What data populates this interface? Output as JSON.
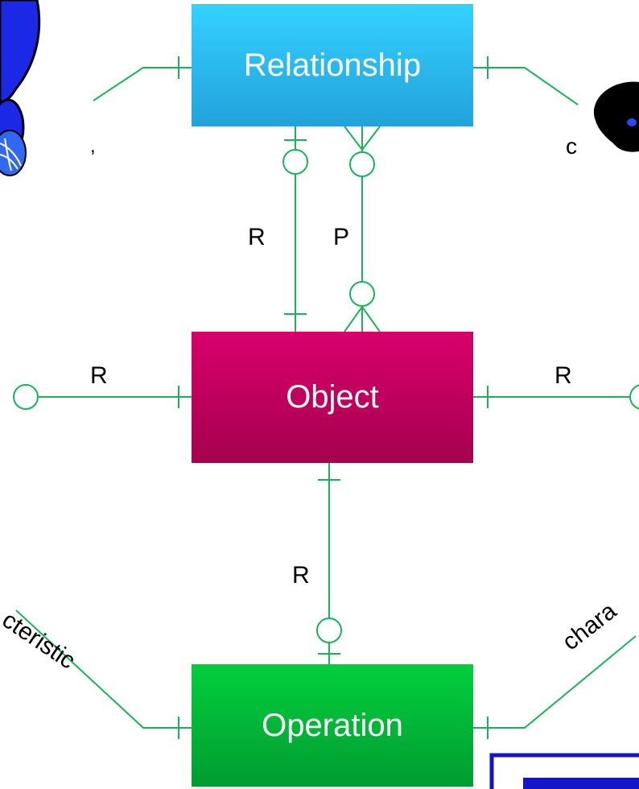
{
  "entities": {
    "relationship": "Relationship",
    "object": "Object",
    "operation": "Operation"
  },
  "edge_labels": {
    "rel_obj_left": "R",
    "rel_obj_right": "P",
    "obj_left": "R",
    "obj_right": "R",
    "obj_op": "R"
  },
  "partial_labels": {
    "top_left": ",",
    "top_right": "c",
    "bottom_left": "cteristic",
    "bottom_right": "chara"
  },
  "colors": {
    "line": "#19b35a",
    "relationship": "#2bb9f0",
    "object": "#c2005e",
    "operation": "#02b737",
    "frame": "#1414c8"
  }
}
